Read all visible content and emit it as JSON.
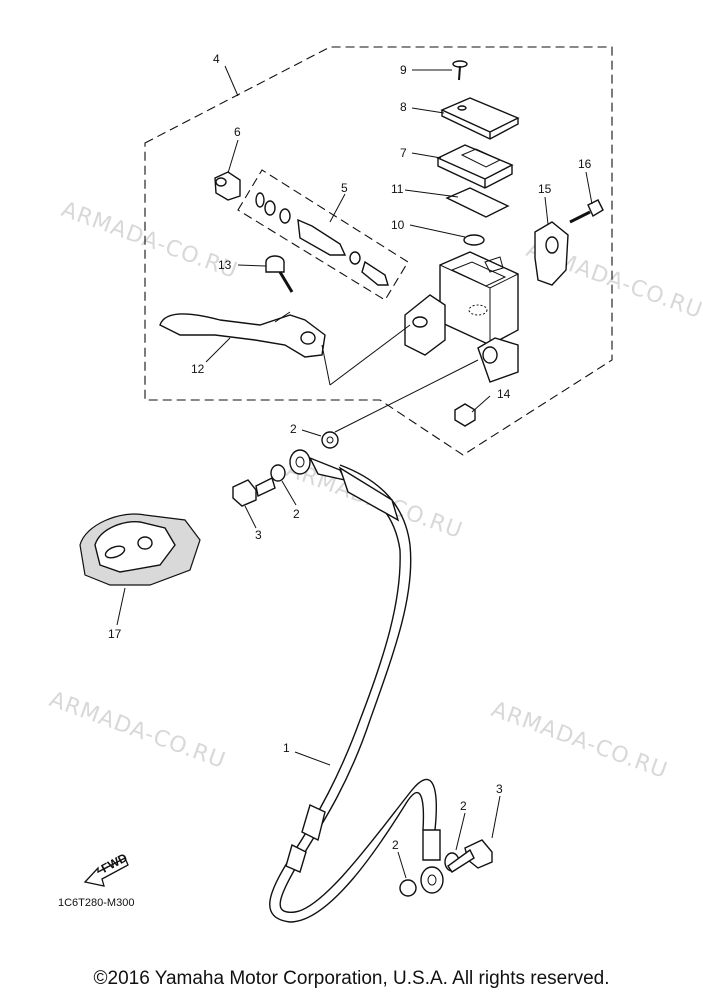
{
  "watermark_text": "ARMADA-CO.RU",
  "diagram_code": "1C6T280-M300",
  "direction_label": "FWD",
  "copyright": "©2016 Yamaha Motor Corporation, U.S.A. All rights reserved.",
  "callouts": {
    "c1": "1",
    "c2a": "2",
    "c2b": "2",
    "c2c": "2",
    "c2d": "2",
    "c3a": "3",
    "c3b": "3",
    "c4": "4",
    "c5": "5",
    "c6": "6",
    "c7": "7",
    "c8": "8",
    "c9": "9",
    "c10": "10",
    "c11": "11",
    "c12": "12",
    "c13": "13",
    "c14": "14",
    "c15": "15",
    "c16": "16",
    "c17": "17"
  }
}
